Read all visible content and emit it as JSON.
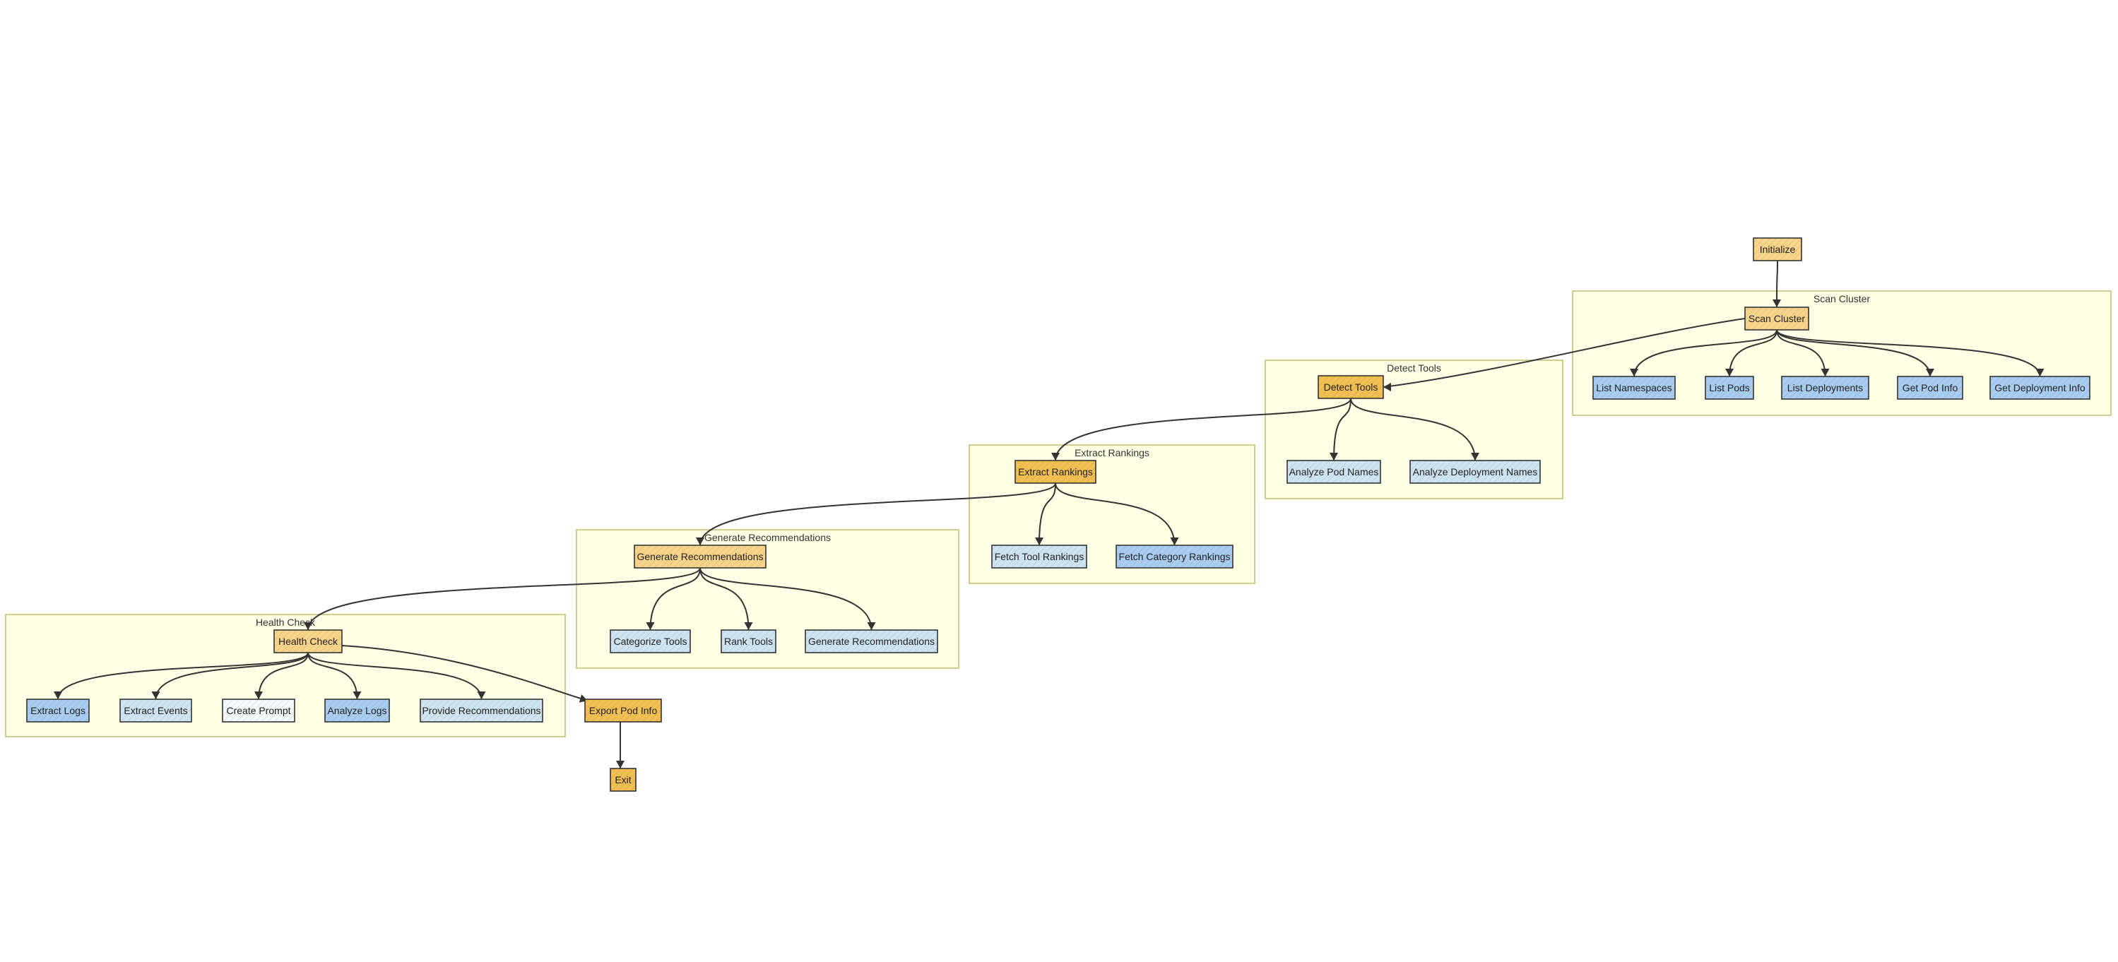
{
  "colors": {
    "step": "#f8d48a",
    "step_dark": "#f2bf52",
    "task_blue": "#a8cdf0",
    "task_light": "#cfe4f2",
    "task_white": "#f4f9fc",
    "cluster_fill": "#ffffe6",
    "cluster_stroke": "#c2c27a"
  },
  "clusters": [
    {
      "id": "scan",
      "label": "Scan Cluster"
    },
    {
      "id": "detect",
      "label": "Detect Tools"
    },
    {
      "id": "extract",
      "label": "Extract Rankings"
    },
    {
      "id": "generate",
      "label": "Generate Recommendations"
    },
    {
      "id": "health",
      "label": "Health Check"
    }
  ],
  "nodes": [
    {
      "id": "init",
      "label": "Initialize",
      "style": "step"
    },
    {
      "id": "scan",
      "label": "Scan Cluster",
      "style": "step"
    },
    {
      "id": "ns",
      "label": "List Namespaces",
      "style": "task_blue"
    },
    {
      "id": "pods",
      "label": "List Pods",
      "style": "task_blue"
    },
    {
      "id": "deps",
      "label": "List Deployments",
      "style": "task_blue"
    },
    {
      "id": "podinfo",
      "label": "Get Pod Info",
      "style": "task_blue"
    },
    {
      "id": "depinfo",
      "label": "Get Deployment Info",
      "style": "task_blue"
    },
    {
      "id": "detect",
      "label": "Detect Tools",
      "style": "step_dark"
    },
    {
      "id": "apn",
      "label": "Analyze Pod Names",
      "style": "task_light"
    },
    {
      "id": "adn",
      "label": "Analyze Deployment Names",
      "style": "task_light"
    },
    {
      "id": "extract",
      "label": "Extract Rankings",
      "style": "step_dark"
    },
    {
      "id": "ftr",
      "label": "Fetch Tool Rankings",
      "style": "task_light"
    },
    {
      "id": "fcr",
      "label": "Fetch Category Rankings",
      "style": "task_blue"
    },
    {
      "id": "generate",
      "label": "Generate Recommendations",
      "style": "step"
    },
    {
      "id": "cat",
      "label": "Categorize Tools",
      "style": "task_light"
    },
    {
      "id": "rank",
      "label": "Rank Tools",
      "style": "task_light"
    },
    {
      "id": "genrec",
      "label": "Generate Recommendations",
      "style": "task_light"
    },
    {
      "id": "health",
      "label": "Health Check",
      "style": "step"
    },
    {
      "id": "logs",
      "label": "Extract Logs",
      "style": "task_blue"
    },
    {
      "id": "events",
      "label": "Extract Events",
      "style": "task_light"
    },
    {
      "id": "prompt",
      "label": "Create Prompt",
      "style": "task_white"
    },
    {
      "id": "alogs",
      "label": "Analyze Logs",
      "style": "task_blue"
    },
    {
      "id": "provrec",
      "label": "Provide Recommendations",
      "style": "task_light"
    },
    {
      "id": "export",
      "label": "Export Pod Info",
      "style": "step_dark"
    },
    {
      "id": "exit",
      "label": "Exit",
      "style": "step_dark"
    }
  ],
  "edges": [
    [
      "init",
      "scan"
    ],
    [
      "scan",
      "ns"
    ],
    [
      "scan",
      "pods"
    ],
    [
      "scan",
      "deps"
    ],
    [
      "scan",
      "podinfo"
    ],
    [
      "scan",
      "depinfo"
    ],
    [
      "scan",
      "detect"
    ],
    [
      "detect",
      "apn"
    ],
    [
      "detect",
      "adn"
    ],
    [
      "detect",
      "extract"
    ],
    [
      "extract",
      "ftr"
    ],
    [
      "extract",
      "fcr"
    ],
    [
      "extract",
      "generate"
    ],
    [
      "generate",
      "cat"
    ],
    [
      "generate",
      "rank"
    ],
    [
      "generate",
      "genrec"
    ],
    [
      "generate",
      "health"
    ],
    [
      "health",
      "logs"
    ],
    [
      "health",
      "events"
    ],
    [
      "health",
      "prompt"
    ],
    [
      "health",
      "alogs"
    ],
    [
      "health",
      "provrec"
    ],
    [
      "health",
      "export"
    ],
    [
      "export",
      "exit"
    ]
  ]
}
